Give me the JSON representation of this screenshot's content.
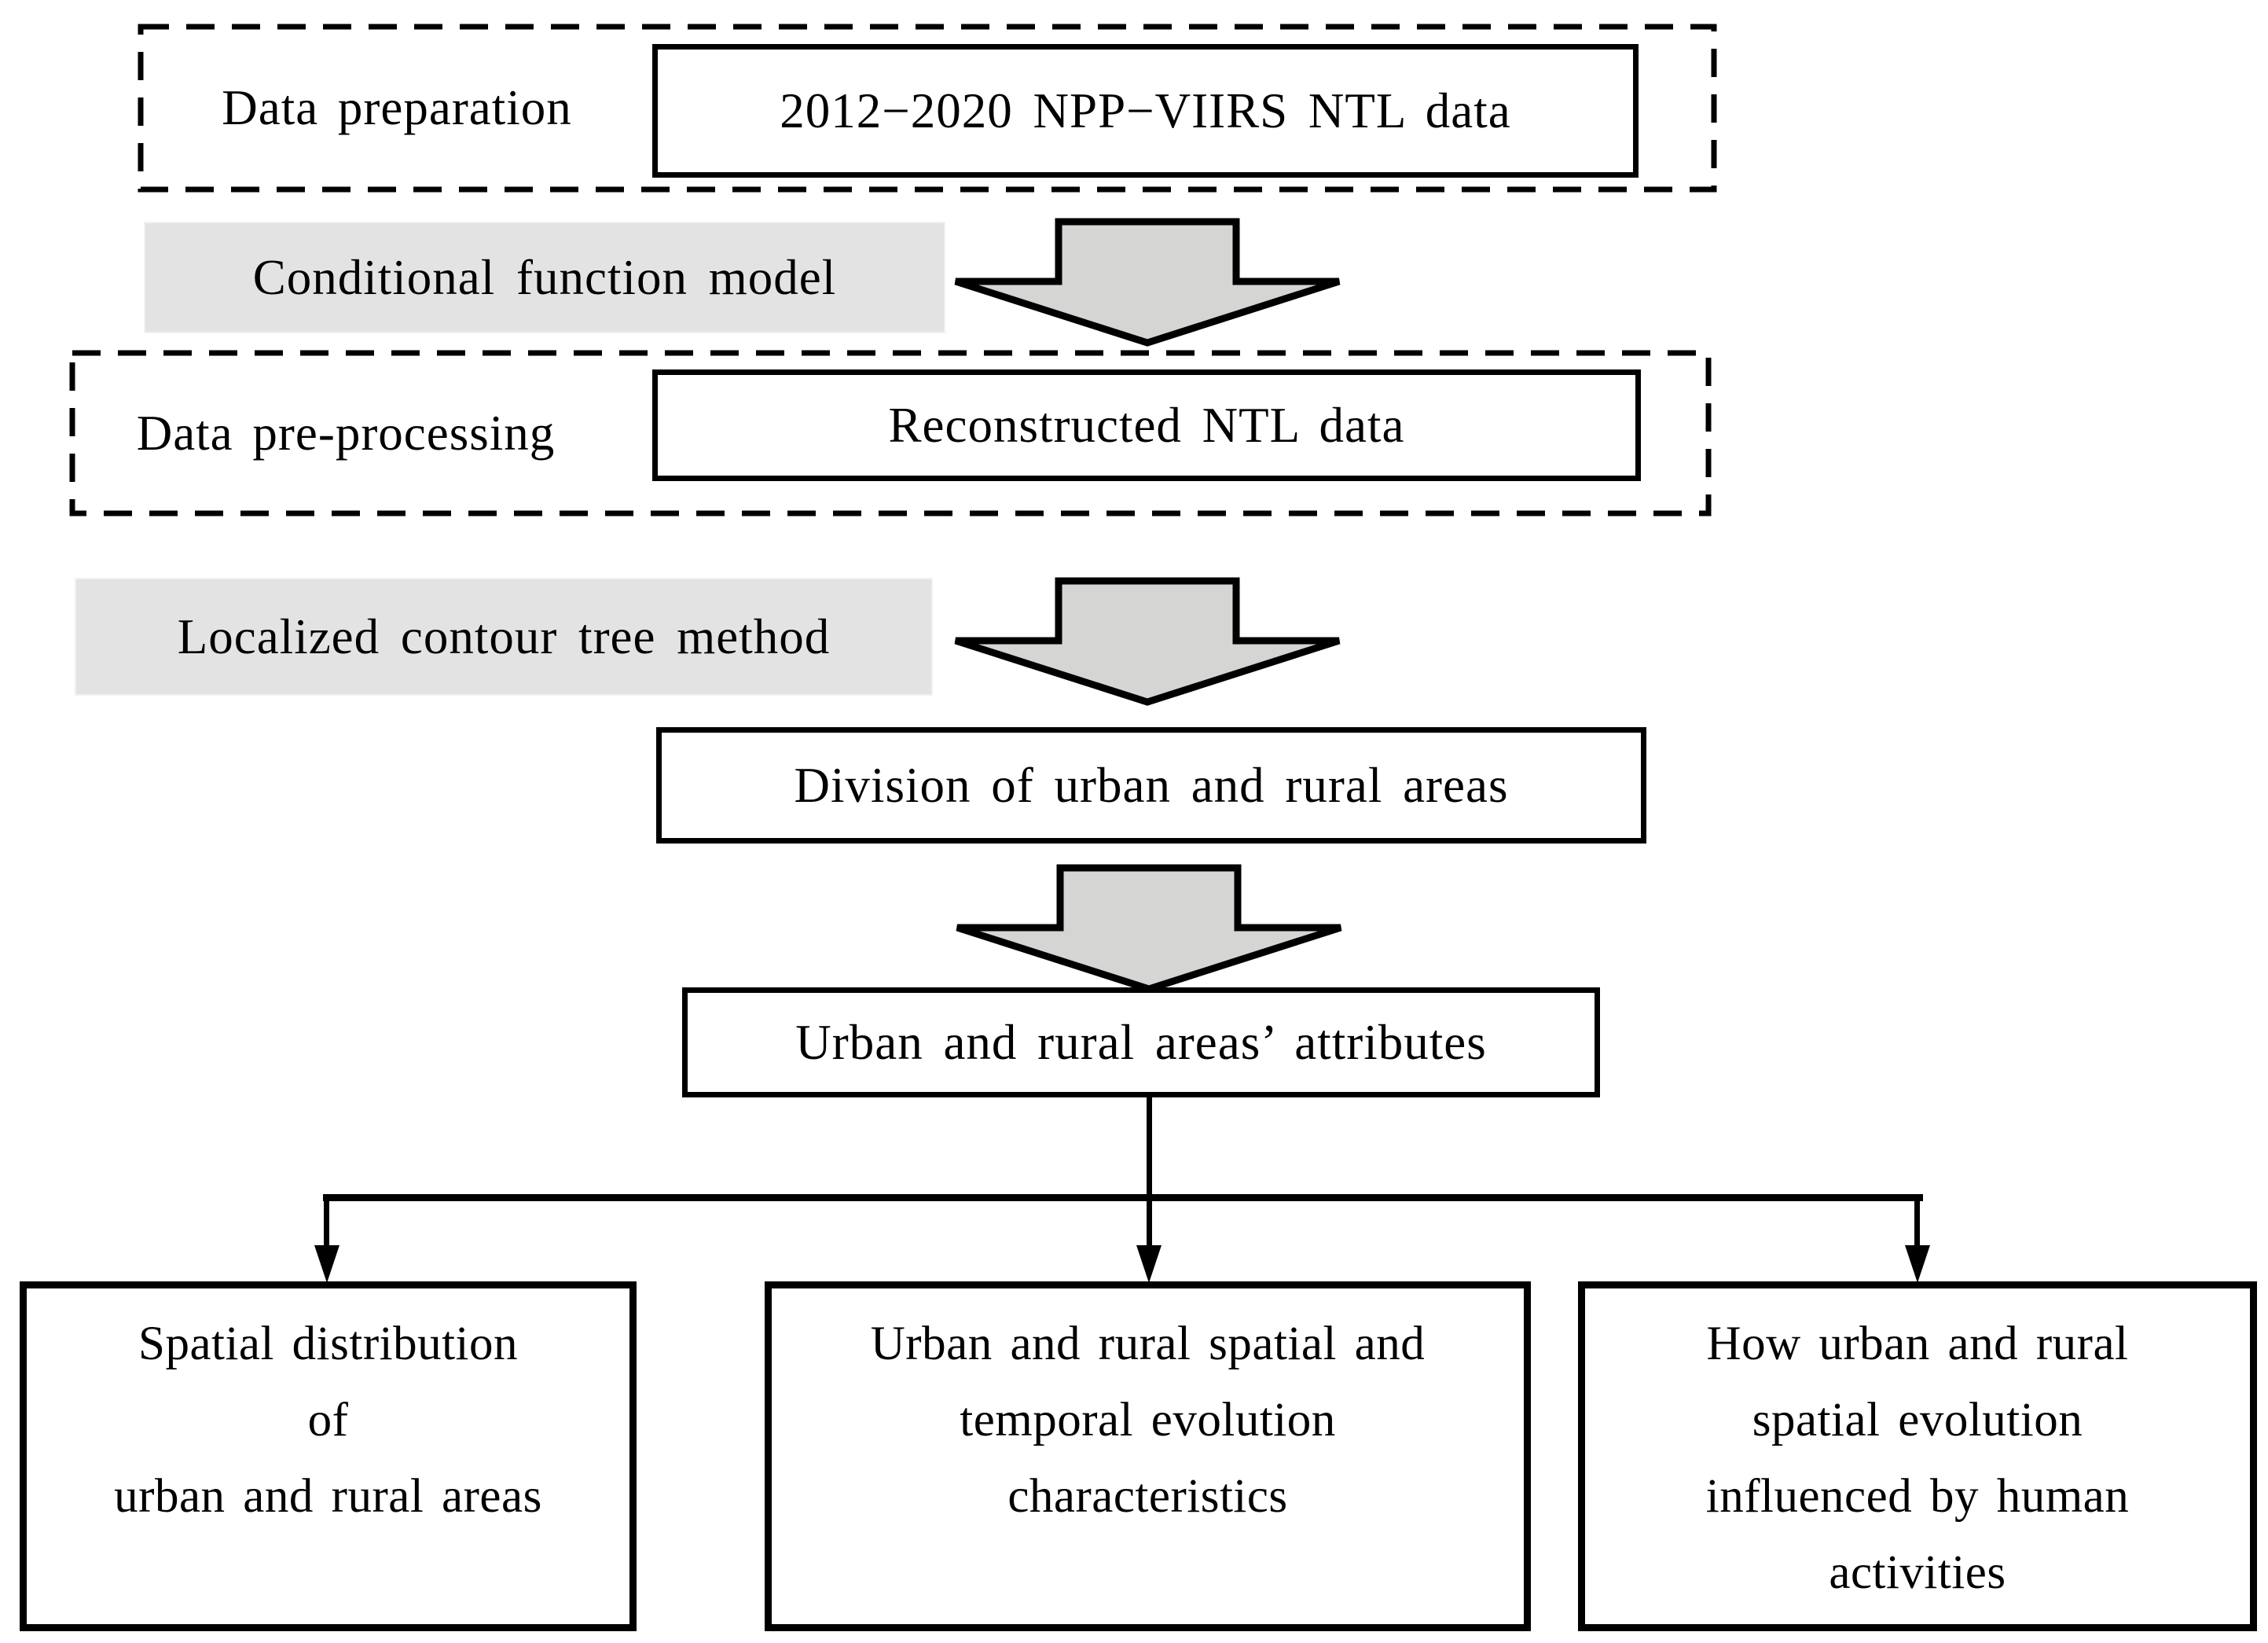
{
  "diagram": {
    "stage1": {
      "label": "Data preparation",
      "box": "2012−2020 NPP−VIIRS NTL data"
    },
    "method1": "Conditional function model",
    "stage2": {
      "label": "Data pre-processing",
      "box": "Reconstructed NTL data"
    },
    "method2": "Localized contour tree method",
    "division_box": "Division of urban and rural areas",
    "attributes_box": "Urban and rural areas’ attributes",
    "outcomes": [
      {
        "lines": [
          "Spatial distribution",
          "of",
          "urban and rural areas"
        ]
      },
      {
        "lines": [
          "Urban and rural spatial and",
          "temporal evolution",
          "characteristics"
        ]
      },
      {
        "lines": [
          "How urban and rural",
          "spatial evolution",
          "influenced by human",
          "activities"
        ]
      }
    ],
    "colors": {
      "label_fill": "#e3e3e3",
      "arrow_fill": "#d5d5d3",
      "line": "#000000"
    }
  }
}
